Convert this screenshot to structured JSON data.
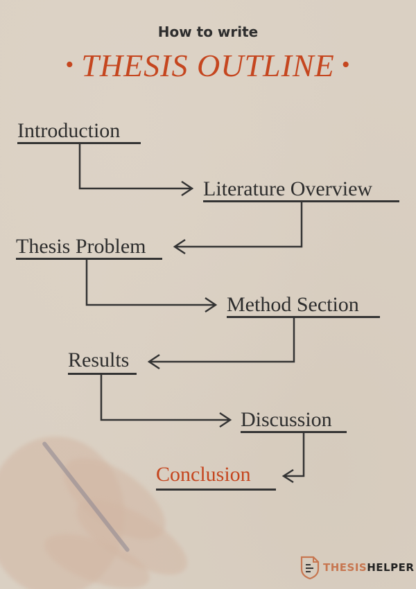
{
  "header": {
    "subtitle": "How to write",
    "title": "THESIS OUTLINE",
    "bullet": "•"
  },
  "colors": {
    "accent": "#c5461f",
    "text": "#2d2d2d",
    "background": "#dad0c3"
  },
  "steps": [
    {
      "label": "Introduction"
    },
    {
      "label": "Literature Overview"
    },
    {
      "label": "Thesis Problem"
    },
    {
      "label": "Method Section"
    },
    {
      "label": "Results"
    },
    {
      "label": "Discussion"
    },
    {
      "label": "Conclusion"
    }
  ],
  "logo": {
    "part1": "THESIS",
    "part2": "HELPER",
    "icon": "document-shield-icon"
  },
  "background_image": "hand-writing-with-pen"
}
